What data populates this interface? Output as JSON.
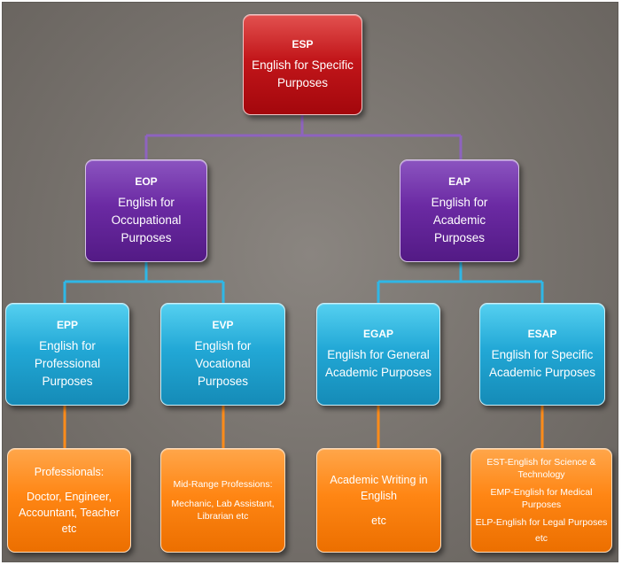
{
  "root": {
    "code": "ESP",
    "lines": [
      "English for Specific",
      "Purposes"
    ]
  },
  "level2": [
    {
      "code": "EOP",
      "lines": [
        "English for",
        "Occupational",
        "Purposes"
      ]
    },
    {
      "code": "EAP",
      "lines": [
        "English for Academic",
        "Purposes"
      ]
    }
  ],
  "level3": [
    {
      "code": "EPP",
      "lines": [
        "English for",
        "Professional Purposes"
      ]
    },
    {
      "code": "EVP",
      "lines": [
        "English for Vocational",
        "Purposes"
      ]
    },
    {
      "code": "EGAP",
      "lines": [
        "English for General",
        "Academic Purposes"
      ]
    },
    {
      "code": "ESAP",
      "lines": [
        "English for Specific",
        "Academic Purposes"
      ]
    }
  ],
  "level4": [
    {
      "lines": [
        "Professionals:",
        "Doctor, Engineer,",
        "Accountant, Teacher",
        "etc"
      ]
    },
    {
      "lines": [
        "Mid-Range Professions:",
        "Mechanic, Lab Assistant,",
        "Librarian etc"
      ]
    },
    {
      "lines": [
        "Academic Writing in",
        "English",
        "etc"
      ]
    },
    {
      "lines": [
        "EST-English for Science &",
        "Technology",
        "EMP-English for Medical",
        "Purposes",
        "ELP-English for Legal Purposes",
        "etc"
      ]
    }
  ],
  "colors": {
    "root": "#c2161a",
    "level2": "#6b2aa3",
    "level3": "#22a8d6",
    "level4": "#ff8614",
    "connector_root": "#8e63bf",
    "connector_level2": "#2fb7e6",
    "connector_level3": "#ff8c1a"
  }
}
